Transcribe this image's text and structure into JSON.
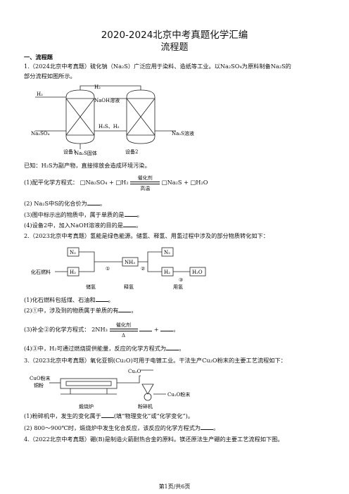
{
  "doc": {
    "title1": "2020-2024北京中考真题化学汇编",
    "title2": "流程题",
    "section": "一、流程题",
    "footer": "第1页/共6页"
  },
  "q1": {
    "stem_a": "1.（2024北京中考真题）硫化钠（Na₂S）广泛应用于染料、造纸等工业。以Na₂SO₄为原料制备Na₂S的",
    "stem_b": "部分流程如图所示。",
    "diagram": {
      "h2_left": "H₂",
      "h2_top": "H₂",
      "naoh": "NaOH溶液",
      "na2so4": "Na₂SO₄",
      "h2s_h2": "H₂S、H₂",
      "na2s_solid": "Na₂S固体",
      "na2s_solution": "Na₂S溶液",
      "device1": "设备1",
      "device2": "设备2"
    },
    "known": "已知：H₂S为副产物，直接排放会造成环境污染。",
    "p1_label": "(1)配平化学方程式：",
    "p1_eq_left": "□Na₂SO₄ + □H₂",
    "p1_cond_top": "催化剂",
    "p1_cond_bottom": "高温",
    "p1_eq_right": "□Na₂S + □H₂O",
    "p2": "(2) Na₂S中S的化合价为",
    "p3": "(3)图中标示出的物质中，属于单质的是",
    "p4": "(4)设备2中，加入NaOH溶液的目的是"
  },
  "q2": {
    "stem": "2.（2023北京中考真题）氢能是绿色能源。储氢、释氢、用氢过程中涉及的部分物质转化如下：",
    "diagram": {
      "n2_left": "N₂",
      "h2_left": "H₂",
      "fossil": "化石燃料",
      "nh3": "NH₃",
      "n2_right": "N₂",
      "h2_right": "H₂",
      "h2o": "H₂O",
      "step1": "①",
      "step2": "②",
      "step3": "③",
      "store": "储氢",
      "release": "释氢",
      "use": "用氢"
    },
    "p1": "(1)化石燃料包括煤、石油和",
    "p2": "(2)①中，涉及到的物质属于单质的有",
    "p3_label": "(3)补全②的化学方程式：",
    "p3_eq_left": "2NH₃",
    "p3_cond_top": "催化剂",
    "p3_cond_bottom": "Δ",
    "p3_plus": "+",
    "p4": "(4)③中，H₂可通过燃烧提供能量，反应的化学方程式为"
  },
  "q3": {
    "stem": "3.（2023北京中考真题）氧化亚铜(Cu₂O)可用于电镀工业。干法生产Cu₂O粉末的主要工艺流程如下：",
    "diagram": {
      "cu2o_top": "Cu₂O",
      "cuo": "CuO粉末",
      "cu": "铜粉",
      "furnace": "煅烧炉",
      "mill": "粉碎机",
      "cu2o_powder": "Cu₂O粉末"
    },
    "p1": "(1)粉碎机中，发生的变化属于",
    "p1_tail": "(填“物理变化”或“化学变化”)。",
    "p2": "(2) 800～900℃时，煅烧炉中发生化合反应，该反应的化学方程式为"
  },
  "q4": {
    "stem": "4.（2022北京中考真题）硼(B)是制造火箭耐热合金的原料。镁还原法生产硼的主要工艺流程如下图。"
  }
}
